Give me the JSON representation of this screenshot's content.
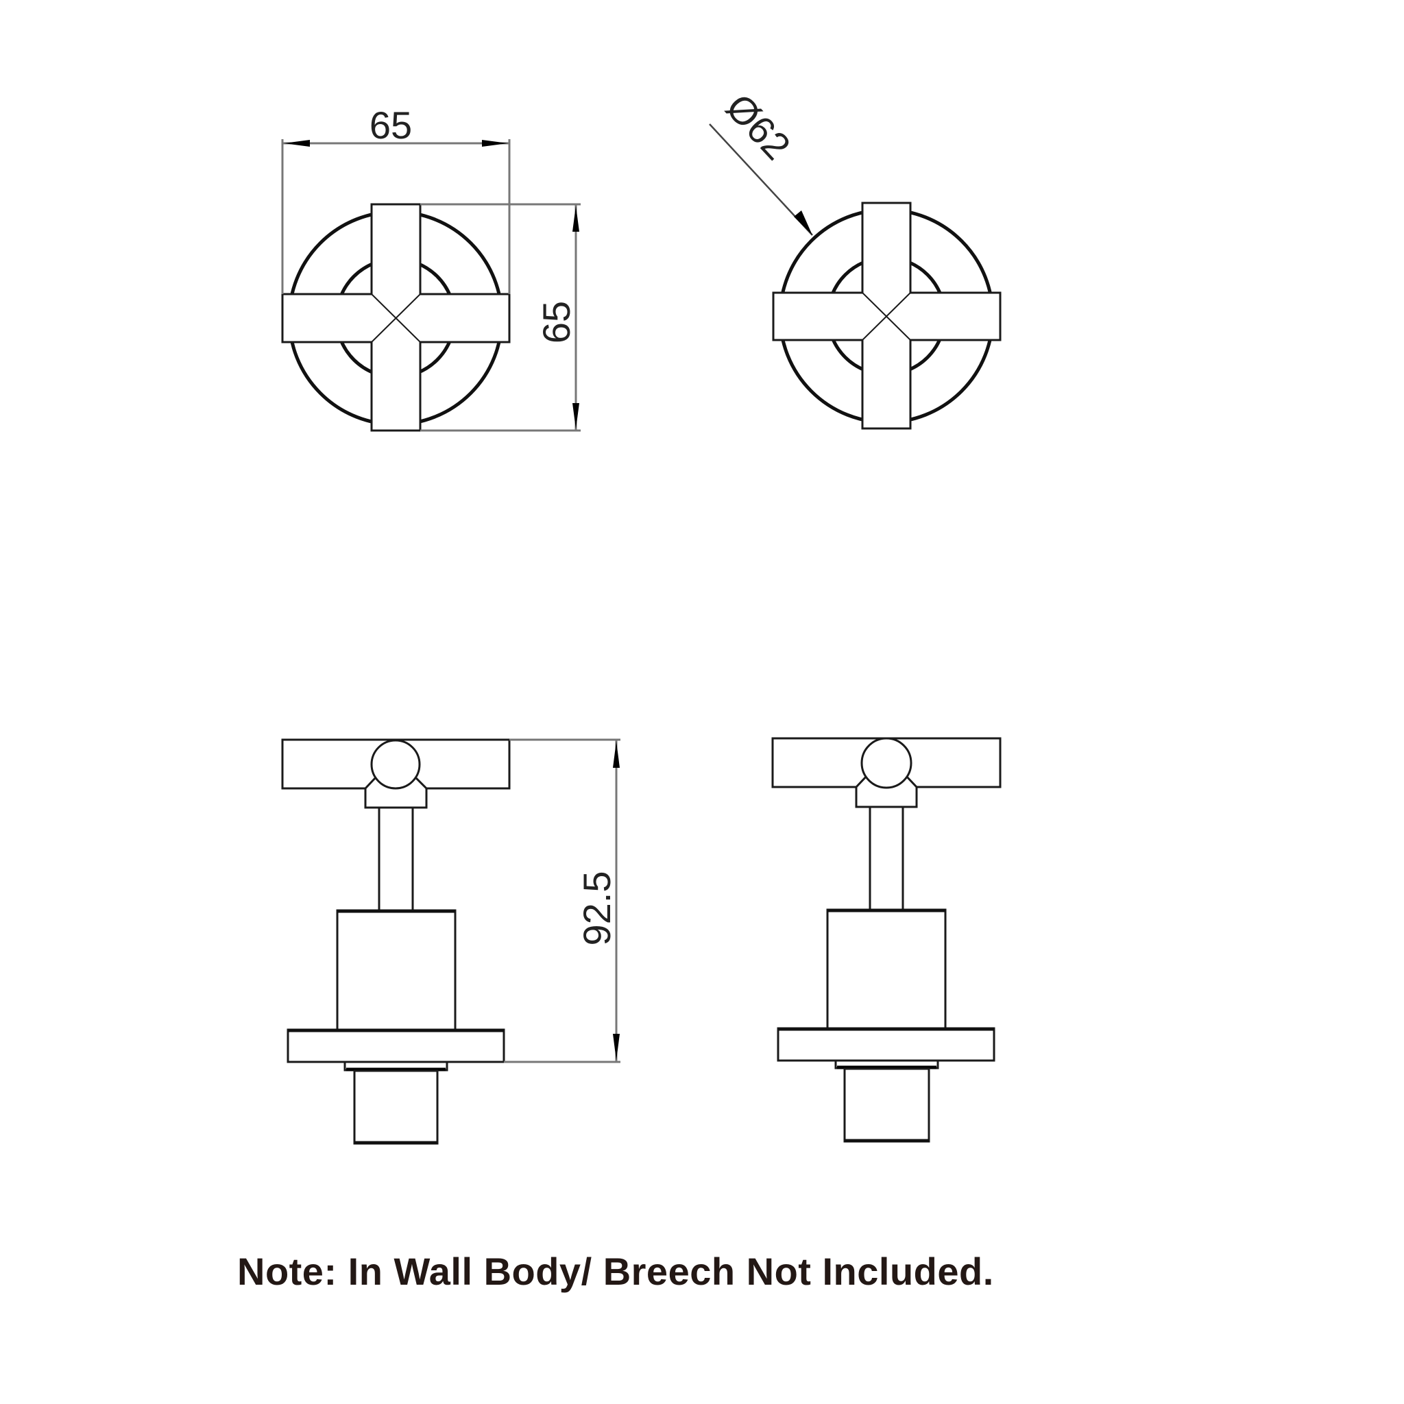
{
  "drawing": {
    "top_view_left": {
      "width_dimension": "65",
      "height_dimension": "65"
    },
    "top_view_right": {
      "diameter_dimension": "Ø62"
    },
    "side_view_left": {
      "height_dimension": "92.5"
    },
    "side_view_right": {}
  },
  "colors": {
    "line": "#1a1a1a",
    "dimension_line": "#777777",
    "note_text": "#231815",
    "background": "#ffffff"
  },
  "note": {
    "text": "Note: In Wall Body/ Breech Not Included."
  }
}
